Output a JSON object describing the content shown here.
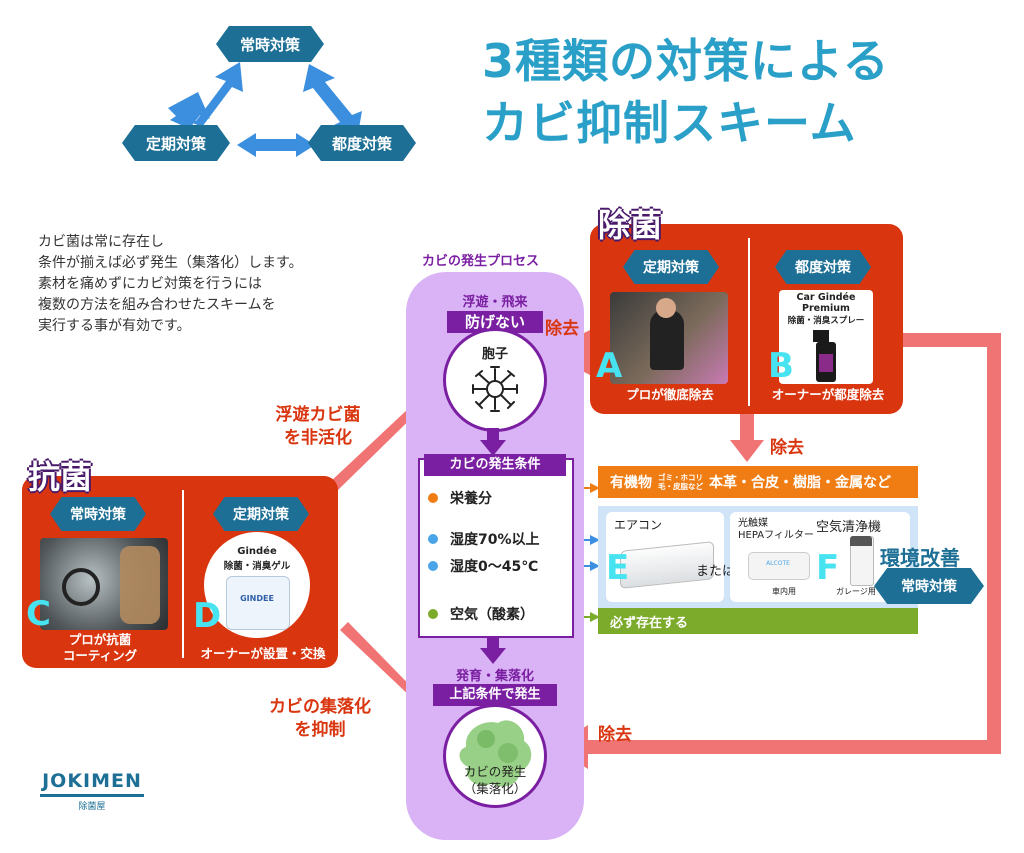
{
  "triangle": {
    "top": "常時対策",
    "left": "定期対策",
    "right": "都度対策"
  },
  "title": {
    "line1": "3種類の対策による",
    "line2": "カビ抑制スキーム"
  },
  "description": [
    "カビ菌は常に存在し",
    "条件が揃えば必ず発生（集落化）します。",
    "素材を痛めずにカビ対策を行うには",
    "複数の方法を組み合わせたスキームを",
    "実行する事が有効です。"
  ],
  "process": {
    "label": "カビの発生プロセス",
    "stage1_sub": "浮遊・飛来",
    "stage1_tag": "防げない",
    "spore": "胞子",
    "conditions_tag": "カビの発生条件",
    "conditions": [
      "栄養分",
      "湿度70%以上",
      "湿度0〜45℃",
      "空気（酸素）"
    ],
    "stage3_sub": "発育・集落化",
    "stage3_tag": "上記条件で発生",
    "colony_line1": "カビの発生",
    "colony_line2": "（集落化）"
  },
  "jokin": {
    "title": "除菌",
    "left_badge": "定期対策",
    "right_badge": "都度対策",
    "product_line1": "Car Gindée",
    "product_line2": "Premium",
    "product_line3": "除菌・消臭スプレー",
    "letter_a": "A",
    "letter_b": "B",
    "cap_a": "プロが徹底除去",
    "cap_b": "オーナーが都度除去"
  },
  "kokin": {
    "title": "抗菌",
    "left_badge": "常時対策",
    "right_badge": "定期対策",
    "product_line1": "Gindée",
    "product_line2": "除菌・消臭ゲル",
    "jar_label": "GINDEE",
    "letter_c": "C",
    "letter_d": "D",
    "cap_c_line1": "プロが抗菌",
    "cap_c_line2": "コーティング",
    "cap_d": "オーナーが設置・交換"
  },
  "labels": {
    "remove_1": "除去",
    "remove_2": "除去",
    "remove_3": "除去",
    "inactivate_line1": "浮遊カビ菌",
    "inactivate_line2": "を非活化",
    "suppress_line1": "カビの集落化",
    "suppress_line2": "を抑制"
  },
  "environment": {
    "nutrients_head": "有機物",
    "nutrients_small_line1": "ゴミ・ホコリ",
    "nutrients_small_line2": "毛・皮脂など",
    "nutrients_rest": "本革・合皮・樹脂・金属など",
    "aircon": "エアコン",
    "or": "または",
    "filter_line1": "光触媒",
    "filter_line2": "HEPAフィルター",
    "air_purifier": "空気清浄機",
    "letter_e": "E",
    "letter_f": "F",
    "in_car": "車内用",
    "garage": "ガレージ用",
    "brand_small": "ALCOTE",
    "improve": "環境改善",
    "improve_badge": "常時対策",
    "air_bar": "必ず存在する"
  },
  "logo": {
    "name": "JOKIMEN",
    "sub": "除菌屋"
  },
  "colors": {
    "accent_blue": "#1d6f95",
    "title_cyan": "#2aa0c8",
    "panel_red": "#d9350f",
    "arrow_salmon": "#f07474",
    "purple": "#7b1fa2",
    "lavender": "#d9b3f5",
    "orange_bar": "#f07d14",
    "green_bar": "#7cab2b",
    "letter_cyan": "#47e3f0"
  }
}
